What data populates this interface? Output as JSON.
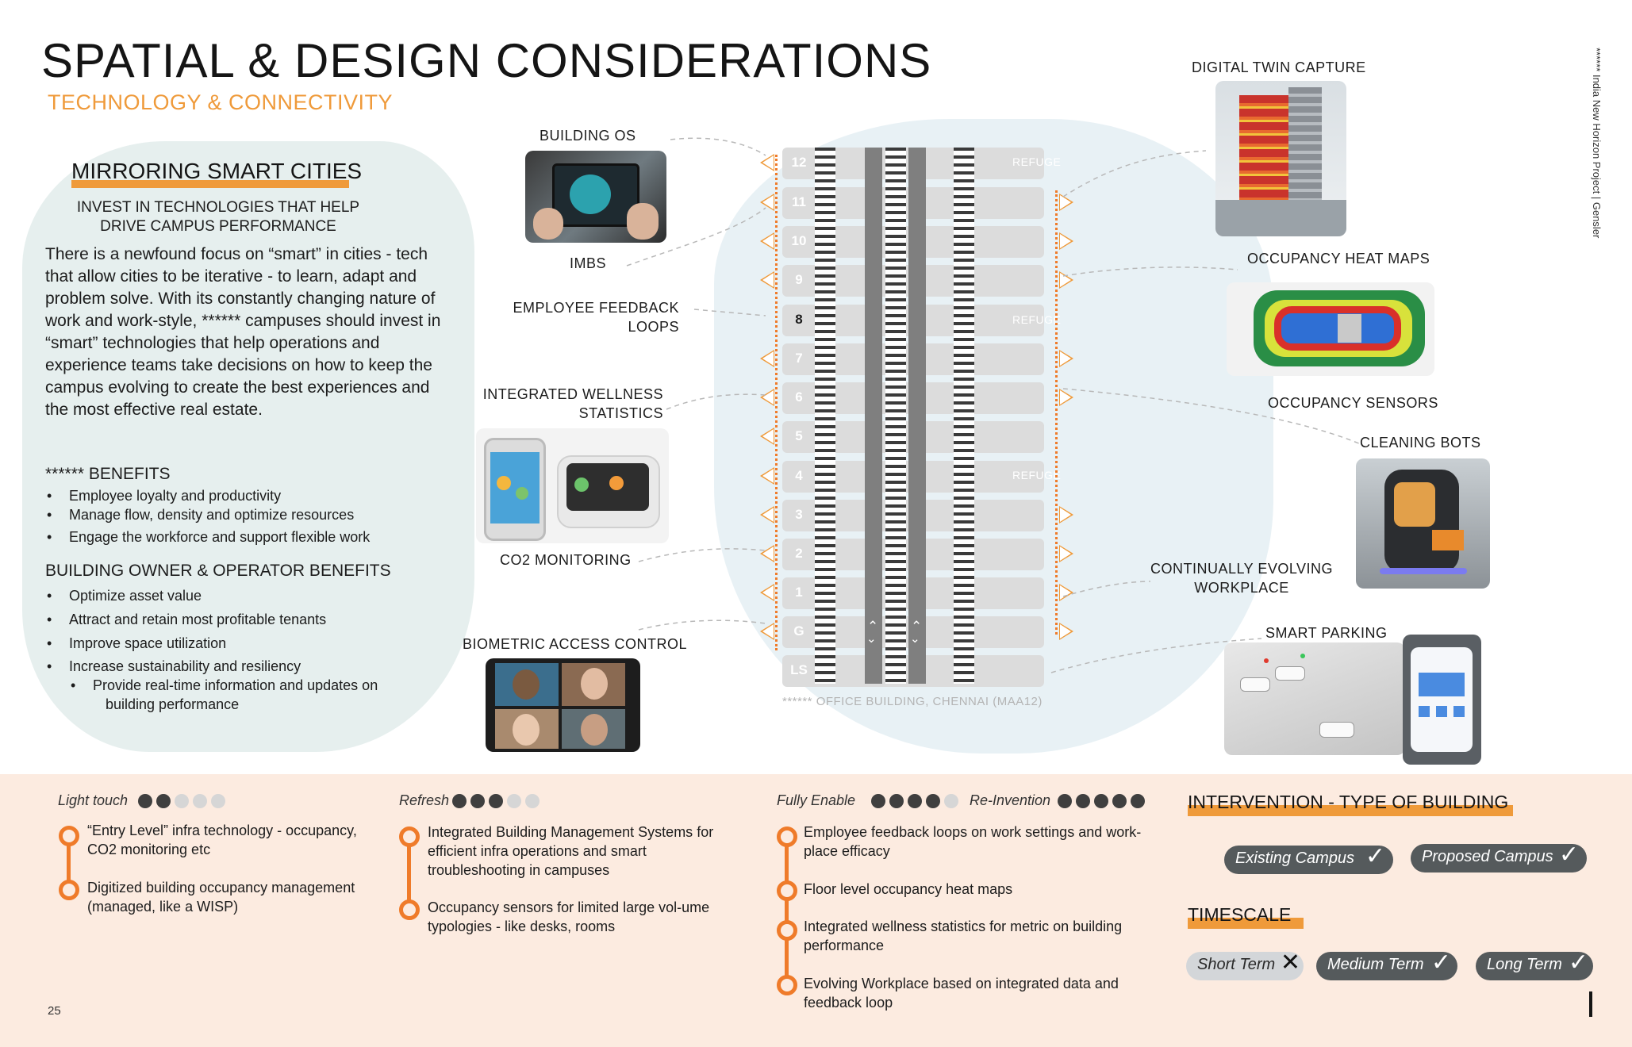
{
  "header": {
    "title": "SPATIAL & DESIGN CONSIDERATIONS",
    "subtitle": "TECHNOLOGY & CONNECTIVITY",
    "side_credit": "****** India New Horizon Project  |  Gensler"
  },
  "left_panel": {
    "heading": "MIRRORING SMART CITIES",
    "tagline_1": "INVEST IN TECHNOLOGIES THAT HELP",
    "tagline_2": "DRIVE CAMPUS PERFORMANCE",
    "body": "There is a newfound focus on “smart” in cities - tech that allow cities to be iterative - to learn, adapt and problem solve. With its constantly changing nature of work and work-style, ****** campuses should invest in “smart” technologies that help operations and experience teams take decisions on how to keep the campus evolving to create the best experiences and the most effective real estate.",
    "benefits_heading": "****** BENEFITS",
    "benefits": [
      "Employee loyalty and productivity",
      "Manage flow, density and optimize resources",
      "Engage the workforce and support flexible work"
    ],
    "owner_heading": "BUILDING OWNER & OPERATOR BENEFITS",
    "owner_benefits": [
      "Optimize asset value",
      "Attract and retain most profitable tenants",
      "Improve space utilization",
      "Increase sustainability and resiliency",
      "Provide real-time information and updates on",
      "building performance"
    ]
  },
  "tower": {
    "floors": [
      "12",
      "11",
      "10",
      "9",
      "8",
      "7",
      "6",
      "5",
      "4",
      "3",
      "2",
      "1",
      "G",
      "LS"
    ],
    "refuge_label": "REFUGE",
    "caption": "****** OFFICE BUILDING, CHENNAI (MAA12)"
  },
  "left_labels": {
    "building_os": "BUILDING OS",
    "imbs": "IMBS",
    "feedback_1": "EMPLOYEE FEEDBACK",
    "feedback_2": "LOOPS",
    "wellness_1": "INTEGRATED WELLNESS",
    "wellness_2": "STATISTICS",
    "co2": "CO2 MONITORING",
    "biometric": "BIOMETRIC ACCESS CONTROL"
  },
  "right_labels": {
    "digital_twin": "DIGITAL TWIN CAPTURE",
    "heat_maps": "OCCUPANCY HEAT MAPS",
    "sensors": "OCCUPANCY SENSORS",
    "cleaning_bots": "CLEANING BOTS",
    "evolving_1": "CONTINUALLY EVOLVING",
    "evolving_2": "WORKPLACE",
    "smart_parking": "SMART PARKING"
  },
  "levels": {
    "light_touch": {
      "label": "Light touch",
      "level": 2,
      "max": 5
    },
    "refresh": {
      "label": "Refresh",
      "level": 3,
      "max": 5
    },
    "fully_enable": {
      "label": "Fully Enable",
      "level": 4,
      "max": 5
    },
    "re_invention": {
      "label": "Re-Invention",
      "level": 5,
      "max": 5
    }
  },
  "timeline_light": [
    "“Entry Level” infra technology - occupancy, CO2 monitoring etc",
    "Digitized building occupancy management (managed, like a WISP)"
  ],
  "timeline_refresh": [
    "Integrated Building Management Systems for efficient infra operations and smart troubleshooting in campuses",
    "Occupancy sensors for limited large vol-ume typologies - like desks, rooms"
  ],
  "timeline_full": [
    "Employee feedback loops on work settings and work-place efficacy",
    "Floor level occupancy heat maps",
    "Integrated wellness statistics for metric on building performance",
    "Evolving Workplace based on integrated data and feedback loop"
  ],
  "intervention": {
    "title": "INTERVENTION - TYPE OF BUILDING",
    "existing": "Existing Campus",
    "proposed": "Proposed Campus"
  },
  "timescale": {
    "title": "TIMESCALE",
    "short": "Short Term",
    "medium": "Medium Term",
    "long": "Long Term"
  },
  "footer": {
    "page_number": "25"
  },
  "colors": {
    "accent": "#ef9a3a",
    "timeline": "#ef7b2a",
    "band": "#fcebe0",
    "blob": "#e6efee"
  }
}
